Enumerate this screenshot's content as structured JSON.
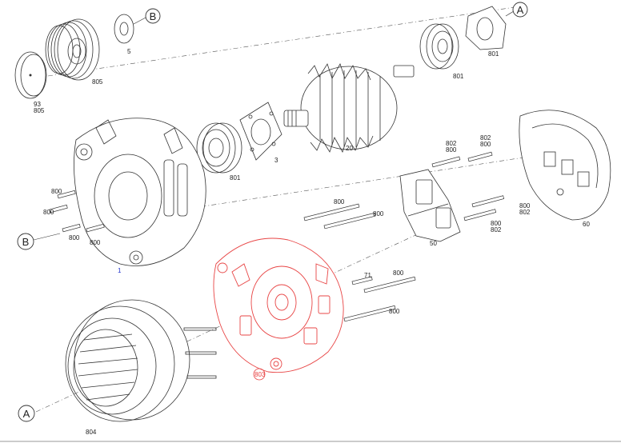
{
  "labels": {
    "pulley": "805",
    "cap_top": "93",
    "cap_bottom": "805",
    "washer": "5",
    "bearing_left": "801",
    "retainer": "3",
    "rotor": "20",
    "bearing_right": "801",
    "slip_cover": "801",
    "housing": "1",
    "regulator": "50",
    "rectifier_cover": "60",
    "stator": "804",
    "end_frame": "803",
    "bolt_group_left_1": "800",
    "bolt_group_left_2": "800",
    "bolt_group_left_3": "800",
    "bolt_group_left_4": "800",
    "bolt_upper_a": "800",
    "bolt_upper_b": "800",
    "bolt_reg_top_1": "802",
    "bolt_reg_top_2": "800",
    "bolt_reg_top_3": "802",
    "bolt_reg_top_4": "800",
    "bolt_reg_right_1": "800",
    "bolt_reg_right_2": "802",
    "bolt_reg_right_3": "800",
    "bolt_reg_right_4": "802",
    "stud": "71",
    "bolt_lower_a": "800",
    "bolt_lower_b": "800"
  },
  "callouts": {
    "b_top": "B",
    "a_top": "A",
    "b_left": "B",
    "a_bottom": "A"
  }
}
